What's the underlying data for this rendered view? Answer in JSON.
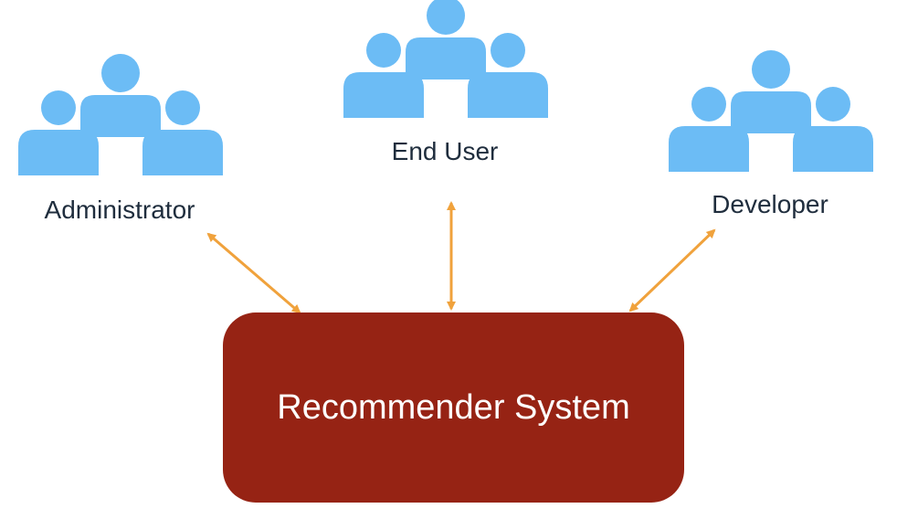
{
  "actors": [
    {
      "id": "administrator",
      "label": "Administrator",
      "icon": "user-group-icon"
    },
    {
      "id": "end-user",
      "label": "End User",
      "icon": "user-group-icon"
    },
    {
      "id": "developer",
      "label": "Developer",
      "icon": "user-group-icon"
    }
  ],
  "system": {
    "label": "Recommender System"
  },
  "colors": {
    "people": "#6cbcf5",
    "arrow": "#f0a23c",
    "system": "#962314",
    "system_text": "#ffffff",
    "label_text": "#1f2d3d"
  }
}
